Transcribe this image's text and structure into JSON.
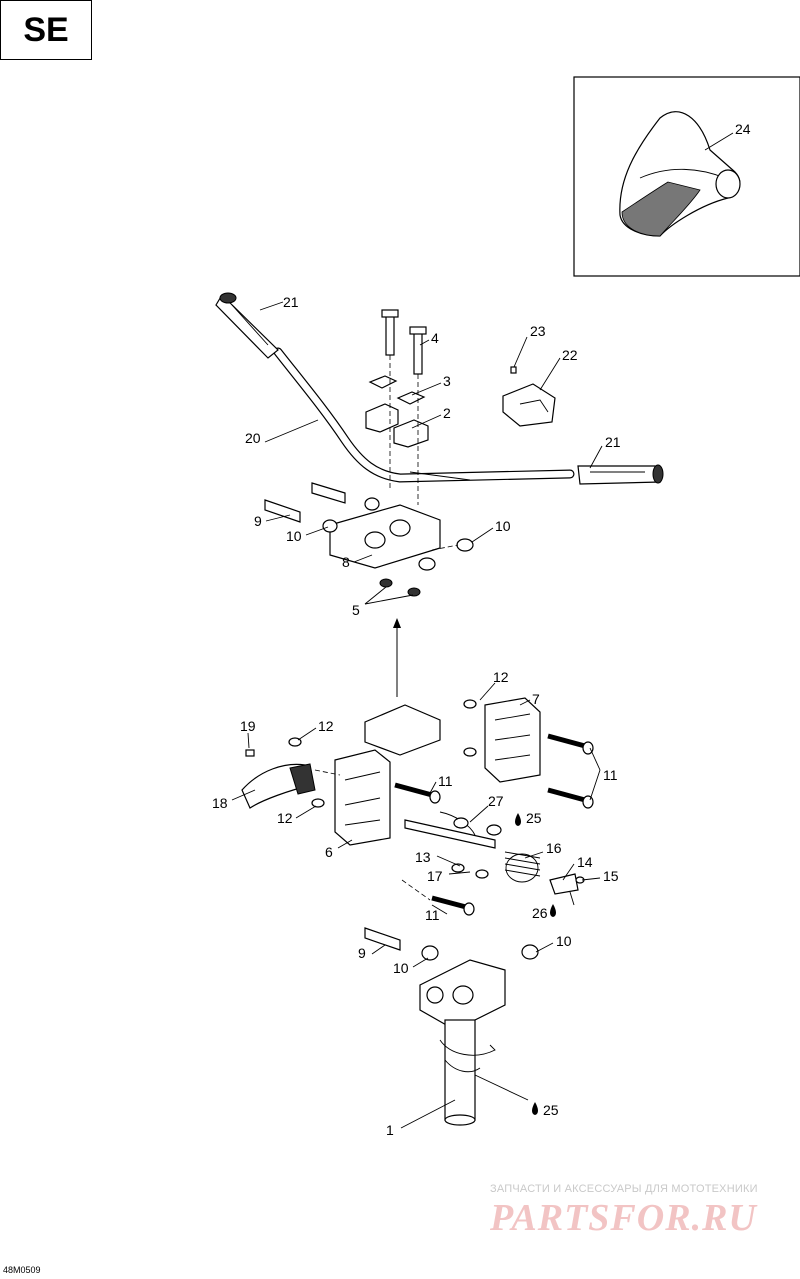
{
  "header": {
    "model_badge": "SE"
  },
  "footer": {
    "diagram_ref": "48M0509"
  },
  "watermark": {
    "tagline": "ЗАПЧАСТИ И АКСЕССУАРЫ ДЛЯ МОТОТЕХНИКИ",
    "logo": "PARTSFOR.RU"
  },
  "callouts": [
    {
      "label": "24"
    },
    {
      "label": "21"
    },
    {
      "label": "4"
    },
    {
      "label": "23"
    },
    {
      "label": "22"
    },
    {
      "label": "3"
    },
    {
      "label": "2"
    },
    {
      "label": "20"
    },
    {
      "label": "21"
    },
    {
      "label": "9"
    },
    {
      "label": "10"
    },
    {
      "label": "10"
    },
    {
      "label": "8"
    },
    {
      "label": "5"
    },
    {
      "label": "12"
    },
    {
      "label": "7"
    },
    {
      "label": "19"
    },
    {
      "label": "12"
    },
    {
      "label": "11"
    },
    {
      "label": "18"
    },
    {
      "label": "11"
    },
    {
      "label": "27"
    },
    {
      "label": "25"
    },
    {
      "label": "12"
    },
    {
      "label": "6"
    },
    {
      "label": "16"
    },
    {
      "label": "13"
    },
    {
      "label": "14"
    },
    {
      "label": "17"
    },
    {
      "label": "15"
    },
    {
      "label": "26"
    },
    {
      "label": "11"
    },
    {
      "label": "9"
    },
    {
      "label": "10"
    },
    {
      "label": "10"
    },
    {
      "label": "25"
    },
    {
      "label": "1"
    }
  ],
  "icons": {
    "lubricant": "oil-drop-icon"
  }
}
